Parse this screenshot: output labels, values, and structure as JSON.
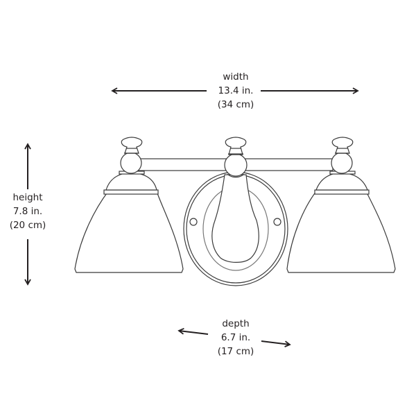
{
  "dimensions": {
    "width": {
      "name": "width",
      "imperial": "13.4 in.",
      "metric": "(34 cm)"
    },
    "height": {
      "name": "height",
      "imperial": "7.8 in.",
      "metric": "(20 cm)"
    },
    "depth": {
      "name": "depth",
      "imperial": "6.7 in.",
      "metric": "(17 cm)"
    }
  },
  "colors": {
    "line": "#231f20",
    "drawing": "#3a3a3a",
    "background": "#ffffff"
  },
  "figure": {
    "subject": "three-light vanity fixture line drawing",
    "shades": 2,
    "center_arm": 1
  }
}
